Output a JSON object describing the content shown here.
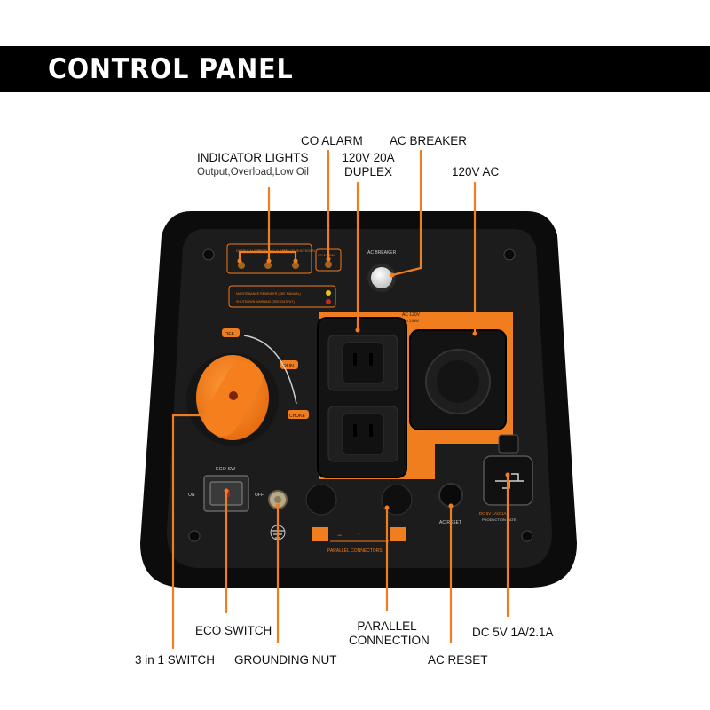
{
  "header": {
    "title": "CONTROL PANEL"
  },
  "callouts": {
    "indicator_lights": "INDICATOR LIGHTS",
    "indicator_lights_sub": "Output,Overload,Low Oil",
    "co_alarm": "CO ALARM",
    "ac_breaker": "AC BREAKER",
    "duplex_line1": "120V 20A",
    "duplex_line2": "DUPLEX",
    "ac_120v": "120V AC",
    "eco_switch": "ECO SWITCH",
    "three_in_one": "3 in 1 SWITCH",
    "grounding_nut": "GROUNDING NUT",
    "parallel_line1": "PARALLEL",
    "parallel_line2": "CONNECTION",
    "ac_reset": "AC RESET",
    "dc_usb": "DC 5V 1A/2.1A"
  },
  "panel_labels": {
    "light1": "OUTPUT ALARM",
    "light2": "OVERLOAD ALARM",
    "light3": "LOW OIL SHUTDOWN",
    "co_light": "CO ALARM",
    "breaker": "AC BREAKER",
    "maint1": "MAINTENANCE REMINDER (SEE MANUAL)",
    "maint2": "SHUTDOWN WARNING (SEE OUTPUT)",
    "ac_rating": "AC 120V",
    "ac_rating_sub": "60 Hz   1.8kW",
    "knob_off": "OFF",
    "knob_run": "RUN",
    "knob_choke": "CHOKE",
    "eco_title": "ECO SW",
    "eco_on": "ON",
    "eco_off": "OFF",
    "parallel": "PARALLEL CONNECTORS",
    "reset": "AC RESET",
    "usb": "DC 5V 1A/2.1A",
    "usb_sub": "PRODUCTION DATE",
    "plus": "+",
    "minus": "−"
  },
  "colors": {
    "accent": "#f07d1e",
    "panel": "#1b1b1b",
    "frame": "#0d0d0d",
    "header": "#000000"
  }
}
